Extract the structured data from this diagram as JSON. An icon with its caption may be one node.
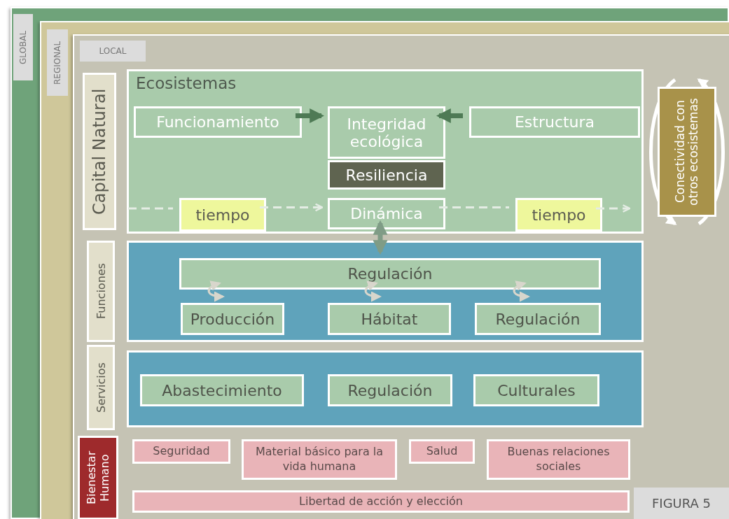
{
  "diagram": {
    "caption": "FIGURA 5",
    "nodes": [
      {
        "text": [
          "GLOBAL"
        ]
      },
      {
        "text": [
          "REGIONAL"
        ],
        "in": 0
      },
      {
        "text": [
          "LOCAL"
        ],
        "in": 1
      },
      {
        "text": [
          "Capital Natural"
        ],
        "in": 2
      },
      {
        "text": [
          "Ecosistemas"
        ],
        "in": 2
      },
      {
        "text": [
          "Funcionamiento"
        ],
        "in": 4
      },
      {
        "text": [
          "Integridad ecológica"
        ],
        "in": 4
      },
      {
        "text": [
          "Resiliencia"
        ],
        "in": 4
      },
      {
        "text": [
          "Estructura"
        ],
        "in": 4
      },
      {
        "text": [
          "tiempo"
        ],
        "in": 4
      },
      {
        "text": [
          "Dinámica"
        ],
        "in": 4
      },
      {
        "text": [
          "tiempo"
        ],
        "in": 4
      },
      {
        "text": [
          "Conectividad con otros ecosistemas"
        ],
        "in": 2
      },
      {
        "text": [
          "Funciones"
        ],
        "in": 2
      },
      {
        "text": [],
        "shape": "box",
        "in": 2
      },
      {
        "text": [
          "Regulación"
        ],
        "in": 14
      },
      {
        "text": [
          "Producción"
        ],
        "in": 14
      },
      {
        "text": [
          "Hábitat"
        ],
        "in": 14
      },
      {
        "text": [
          "Regulación"
        ],
        "in": 14
      },
      {
        "text": [
          "Servicios"
        ],
        "in": 2
      },
      {
        "text": [],
        "shape": "box",
        "in": 2
      },
      {
        "text": [
          "Abastecimiento"
        ],
        "in": 20
      },
      {
        "text": [
          "Regulación"
        ],
        "in": 20
      },
      {
        "text": [
          "Culturales"
        ],
        "in": 20
      },
      {
        "text": [
          "Bienestar Humano"
        ],
        "in": 2
      },
      {
        "text": [],
        "shape": "box",
        "in": 2
      },
      {
        "text": [
          "Seguridad"
        ],
        "in": 25
      },
      {
        "text": [
          "Material básico para la vida humana"
        ],
        "in": 25
      },
      {
        "text": [
          "Salud"
        ],
        "in": 25
      },
      {
        "text": [
          "Buenas relaciones sociales"
        ],
        "in": 25
      },
      {
        "text": [
          "Libertad de acción y elección"
        ],
        "in": 25
      }
    ],
    "edges": [
      {
        "from": 5,
        "to": 6,
        "arrow": "to",
        "style": "thick",
        "color": "#4e7a55"
      },
      {
        "from": 8,
        "to": 6,
        "arrow": "to",
        "style": "thick",
        "color": "#4e7a55"
      },
      {
        "from": null,
        "to": 9,
        "arrow": "none",
        "style": "dashed",
        "color": "#e4ece4"
      },
      {
        "from": 9,
        "to": 10,
        "arrow": "to",
        "style": "dashed",
        "color": "#e4ece4"
      },
      {
        "from": 10,
        "to": 11,
        "arrow": "none",
        "style": "dashed",
        "color": "#e4ece4"
      },
      {
        "from": 11,
        "to": null,
        "arrow": "to",
        "style": "dashed",
        "color": "#e4ece4"
      },
      {
        "from": 10,
        "to": 15,
        "arrow": "both",
        "style": "thick",
        "color": "#7f9c86"
      },
      {
        "from": 15,
        "to": 16,
        "arrow": "both",
        "color": "#d8d6cc"
      },
      {
        "from": 15,
        "to": 17,
        "arrow": "both",
        "color": "#d8d6cc"
      },
      {
        "from": 15,
        "to": 18,
        "arrow": "both",
        "color": "#d8d6cc"
      }
    ]
  }
}
